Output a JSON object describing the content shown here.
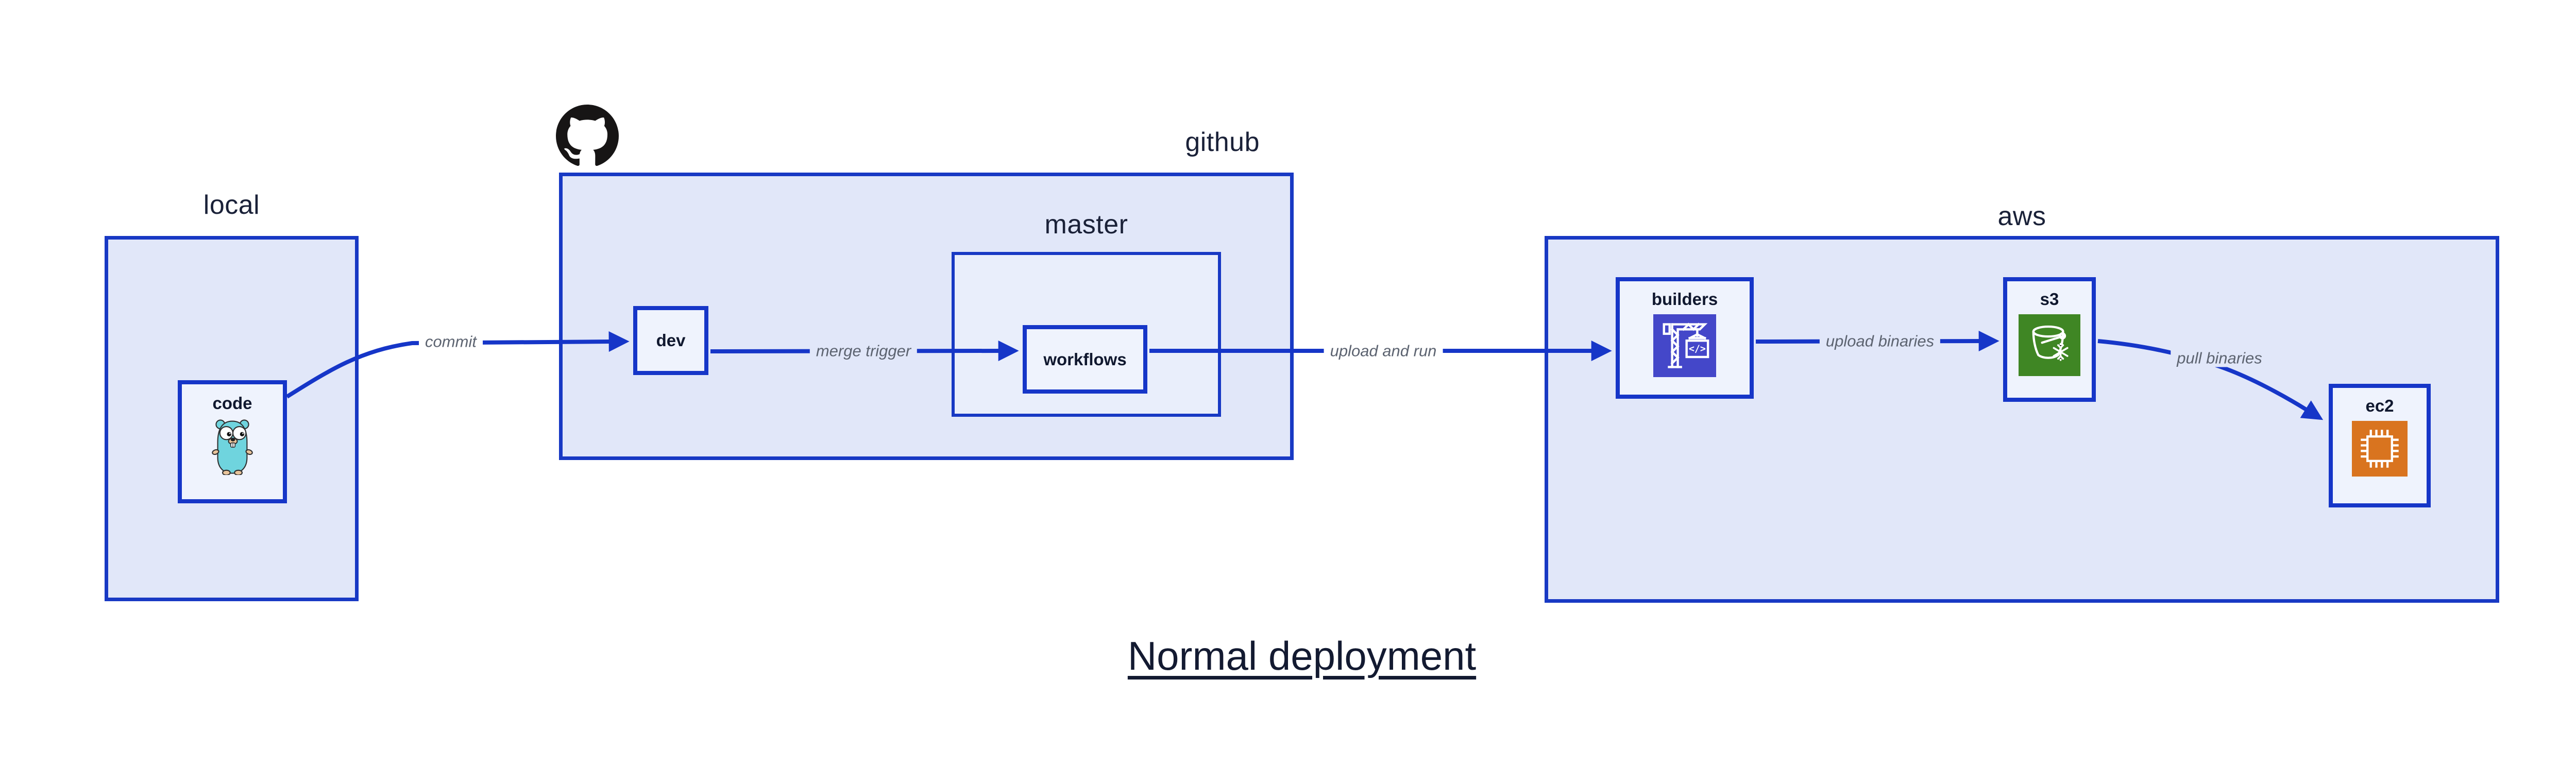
{
  "diagram": {
    "title": "Normal deployment",
    "groups": {
      "local": {
        "label": "local"
      },
      "github": {
        "label": "github"
      },
      "master": {
        "label": "master"
      },
      "aws": {
        "label": "aws"
      }
    },
    "nodes": {
      "code": {
        "label": "code",
        "icon": "go-gopher-icon"
      },
      "dev": {
        "label": "dev"
      },
      "workflows": {
        "label": "workflows"
      },
      "builders": {
        "label": "builders",
        "icon": "codebuild-crane-icon"
      },
      "s3": {
        "label": "s3",
        "icon": "s3-glacier-bucket-icon"
      },
      "ec2": {
        "label": "ec2",
        "icon": "ec2-chip-icon"
      }
    },
    "edges": {
      "commit": {
        "label": "commit",
        "from": "code",
        "to": "dev"
      },
      "merge_trigger": {
        "label": "merge trigger",
        "from": "dev",
        "to": "workflows"
      },
      "upload_and_run": {
        "label": "upload and run",
        "from": "workflows",
        "to": "builders"
      },
      "upload_binaries": {
        "label": "upload binaries",
        "from": "builders",
        "to": "s3"
      },
      "pull_binaries": {
        "label": "pull binaries",
        "from": "s3",
        "to": "ec2"
      }
    },
    "icons": {
      "github_logo": "github-octocat-icon",
      "code_glyph": "</>"
    },
    "colors": {
      "accent_blue": "#1636c8",
      "container_fill": "#e1e7f9",
      "node_fill": "#eff3fd",
      "edge_label_grey": "#5c6370",
      "codebuild_indigo": "#4447c9",
      "s3_green": "#3f8624",
      "ec2_orange": "#d9741f",
      "octocat_black": "#171515",
      "gopher_teal": "#6fd4de",
      "title_navy": "#131a31"
    }
  }
}
